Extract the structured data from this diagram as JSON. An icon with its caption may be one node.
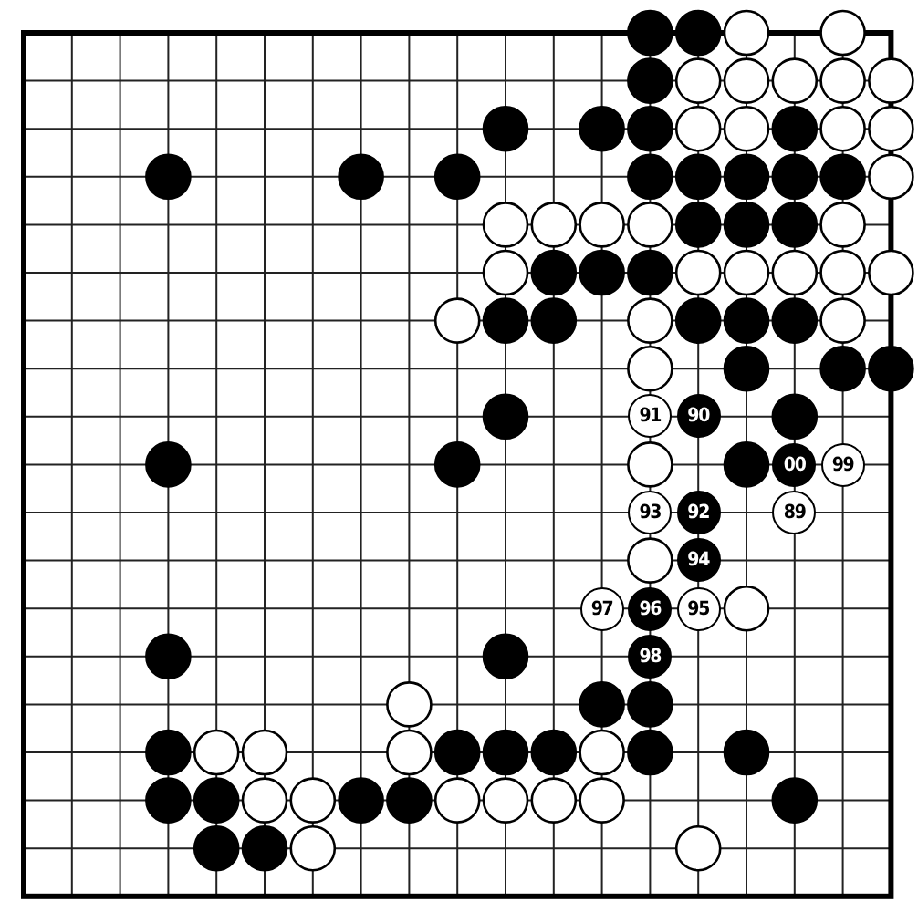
{
  "diagram": {
    "nodes": [
      {
        "text": [
          "91"
        ]
      },
      {
        "text": [
          "90"
        ]
      },
      {
        "text": [
          "00"
        ]
      },
      {
        "text": [
          "99"
        ]
      },
      {
        "text": [
          "93"
        ]
      },
      {
        "text": [
          "92"
        ]
      },
      {
        "text": [
          "89"
        ]
      },
      {
        "text": [
          "94"
        ]
      },
      {
        "text": [
          "97"
        ]
      },
      {
        "text": [
          "96"
        ]
      },
      {
        "text": [
          "95"
        ]
      },
      {
        "text": [
          "98"
        ]
      }
    ]
  }
}
